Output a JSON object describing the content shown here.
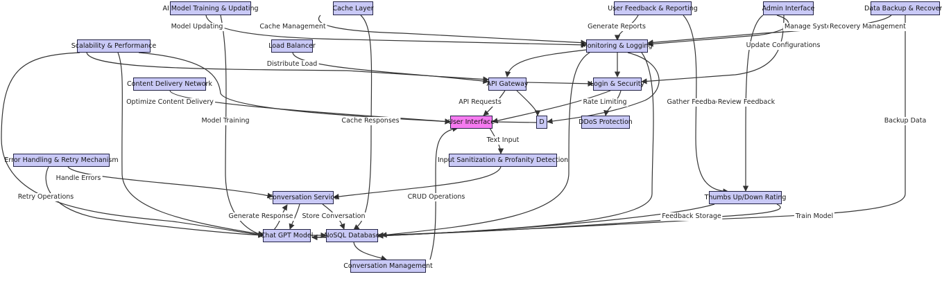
{
  "nodes": {
    "ai_training": "AI Model Training & Updating",
    "cache_layer": "Cache Layer",
    "user_feedback": "User Feedback & Reporting",
    "admin_interface": "Admin Interface",
    "data_backup": "Data Backup & Recovery",
    "scalability": "Scalability & Performance",
    "load_balancer": "Load Balancer",
    "monitoring": "Monitoring & Logging",
    "cdn": "Content Delivery Network",
    "api_gateway": "API Gateway",
    "login_security": "Login & Security",
    "user_interface": "User Interface",
    "d_node": "D",
    "ddos": "DDoS Protection",
    "error_handling": "Error Handling & Retry Mechanism",
    "input_sanitization": "Input Sanitization & Profanity Detection",
    "conversation_service": "Conversation Service",
    "thumbs_rating": "Thumbs Up/Down Rating",
    "chat_gpt": "Chat GPT Model",
    "nosql": "NoSQL Database",
    "conversation_mgmt": "Conversation Management"
  },
  "edge_labels": {
    "model_updating": "Model Updating",
    "cache_management": "Cache Management",
    "generate_reports": "Generate Reports",
    "manage_system": "Manage System",
    "recovery_management": "Recovery Management",
    "update_configurations": "Update Configurations",
    "distribute_load": "Distribute Load",
    "optimize_content_delivery": "Optimize Content Delivery",
    "api_requests": "API Requests",
    "rate_limiting": "Rate Limiting",
    "gather_feedback": "Gather Feedback",
    "review_feedback": "Review Feedback",
    "model_training": "Model Training",
    "cache_responses": "Cache Responses",
    "backup_data": "Backup Data",
    "text_input": "Text Input",
    "handle_errors": "Handle Errors",
    "retry_operations": "Retry Operations",
    "crud_operations": "CRUD Operations",
    "generate_response": "Generate Response",
    "store_conversation": "Store Conversation",
    "feedback_storage": "Feedback Storage",
    "train_model": "Train Model"
  },
  "colors": {
    "node_fill": "#c9c9f6",
    "node_border": "#222244",
    "highlight_fill": "#f57af0",
    "edge": "#333333"
  }
}
